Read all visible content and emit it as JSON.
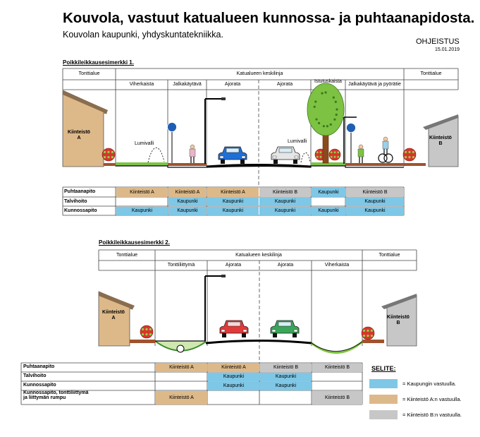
{
  "header": {
    "title": "Kouvola, vastuut katualueen kunnossa- ja puhtaanapidosta.",
    "subtitle": "Kouvolan kaupunki, yhdyskuntatekniikka.",
    "doc_type": "OHJEISTUS",
    "date": "15.01.2019"
  },
  "section1": {
    "title": "Poikkileikkausesimerkki 1.",
    "plot_label": "Tonttialue",
    "centerline_label": "Katualueen keskilinja",
    "columns": [
      "Viherkaista",
      "Jalkakäytävä",
      "Ajorata",
      "Ajorata",
      "Istutuskaista",
      "Jalkakäytävä ja pyörätie"
    ],
    "lumivalli": "Lumivalli",
    "property_a": "Kiinteistö\nA",
    "property_b": "Kiinteistö\nB",
    "rows": [
      {
        "label": "Puhtaanapito",
        "cells": [
          "Kiinteistö A",
          "Kiinteistö A",
          "Kiinteistö A",
          "Kiinteistö B",
          "Kaupunki",
          "Kiinteistö B"
        ]
      },
      {
        "label": "Talvihoito",
        "cells": [
          "",
          "Kaupunki",
          "Kaupunki",
          "Kaupunki",
          "",
          "Kaupunki"
        ]
      },
      {
        "label": "Kunnossapito",
        "cells": [
          "Kaupunki",
          "Kaupunki",
          "Kaupunki",
          "Kaupunki",
          "Kaupunki",
          "Kaupunki"
        ]
      }
    ]
  },
  "section2": {
    "title": "Poikkileikkausesimerkki 2.",
    "plot_label": "Tonttialue",
    "centerline_label": "Katualueen keskilinja",
    "columns": [
      "Tonttiliittymä",
      "Ajorata",
      "Ajorata",
      "Viherkaista"
    ],
    "property_a": "Kiinteistö\nA",
    "property_b": "Kiinteistö\nB",
    "rows": [
      {
        "label": "Puhtaanapito",
        "cells": [
          "Kiinteistö A",
          "Kiinteistö A",
          "Kiinteistö B",
          "Kiinteistö B"
        ]
      },
      {
        "label": "Talvihoito",
        "cells": [
          "",
          "Kaupunki",
          "Kaupunki",
          ""
        ]
      },
      {
        "label": "Kunnossapito",
        "cells": [
          "",
          "Kaupunki",
          "Kaupunki",
          ""
        ]
      },
      {
        "label": "Kunnossapito, tonttiliittymä\nja liittymän rumpu",
        "cells": [
          "Kiinteistö A",
          "",
          "",
          "Kiinteistö B"
        ]
      }
    ]
  },
  "legend": {
    "title": "SELITE:",
    "items": [
      {
        "label": "= Kaupungin vastuulla.",
        "color": "#7ec7e6"
      },
      {
        "label": "= Kiinteistö A:n vastuulla.",
        "color": "#ddb98a"
      },
      {
        "label": "= Kiinteistö B:n vastuulla.",
        "color": "#c7c7c7"
      }
    ]
  },
  "colors": {
    "Kaupunki": "#7ec7e6",
    "Kiinteistö A": "#ddb98a",
    "Kiinteistö B": "#c7c7c7"
  }
}
